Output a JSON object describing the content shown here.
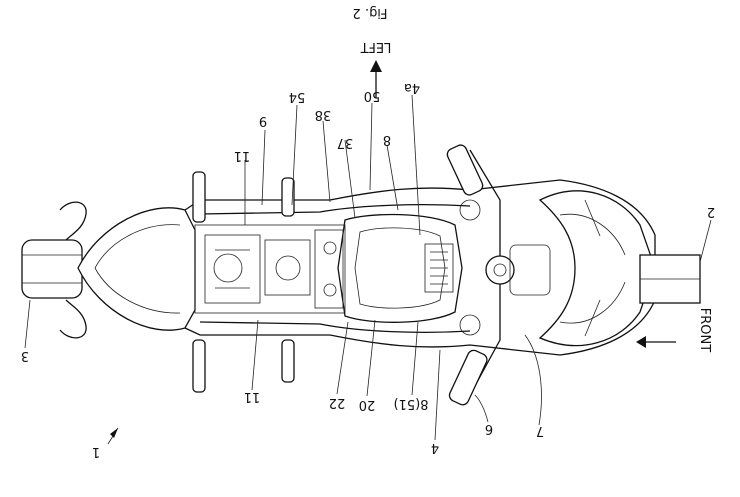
{
  "figure": {
    "title": "Fig. 2",
    "direction_left": "LEFT",
    "direction_front": "FRONT"
  },
  "labels": {
    "l_1": "1",
    "l_2": "2",
    "l_3": "3",
    "l_4": "4",
    "l_4a": "4a",
    "l_6": "6",
    "l_7": "7",
    "l_8": "8",
    "l_8_51": "8(51)",
    "l_9": "9",
    "l_11_top": "11",
    "l_11_bottom": "11",
    "l_20": "20",
    "l_22": "22",
    "l_37": "37",
    "l_38": "38",
    "l_50": "50",
    "l_54": "54"
  }
}
